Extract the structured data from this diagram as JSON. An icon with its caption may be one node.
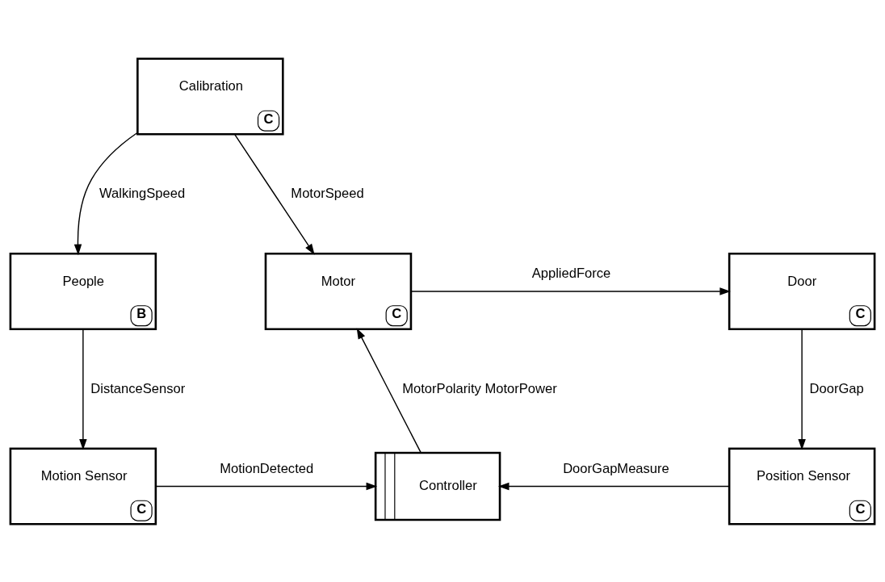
{
  "diagram": {
    "nodes": [
      {
        "text": [
          "Calibration",
          "C"
        ]
      },
      {
        "text": [
          "People",
          "B"
        ]
      },
      {
        "text": [
          "Motor",
          "C"
        ]
      },
      {
        "text": [
          "Door",
          "C"
        ]
      },
      {
        "text": [
          "Motion Sensor",
          "C"
        ]
      },
      {
        "text": [
          "Controller"
        ]
      },
      {
        "text": [
          "Position Sensor",
          "C"
        ]
      }
    ],
    "edges": [
      {
        "from": 0,
        "to": 1,
        "arrow": "to",
        "label": "WalkingSpeed"
      },
      {
        "from": 0,
        "to": 2,
        "arrow": "to",
        "label": "MotorSpeed"
      },
      {
        "from": 2,
        "to": 3,
        "arrow": "to",
        "label": "AppliedForce"
      },
      {
        "from": 1,
        "to": 4,
        "arrow": "to",
        "label": "DistanceSensor"
      },
      {
        "from": 5,
        "to": 2,
        "arrow": "to",
        "label": "MotorPolarity MotorPower"
      },
      {
        "from": 3,
        "to": 6,
        "arrow": "to",
        "label": "DoorGap"
      },
      {
        "from": 4,
        "to": 5,
        "arrow": "to",
        "label": "MotionDetected"
      },
      {
        "from": 6,
        "to": 5,
        "arrow": "to",
        "label": "DoorGapMeasure"
      }
    ]
  }
}
